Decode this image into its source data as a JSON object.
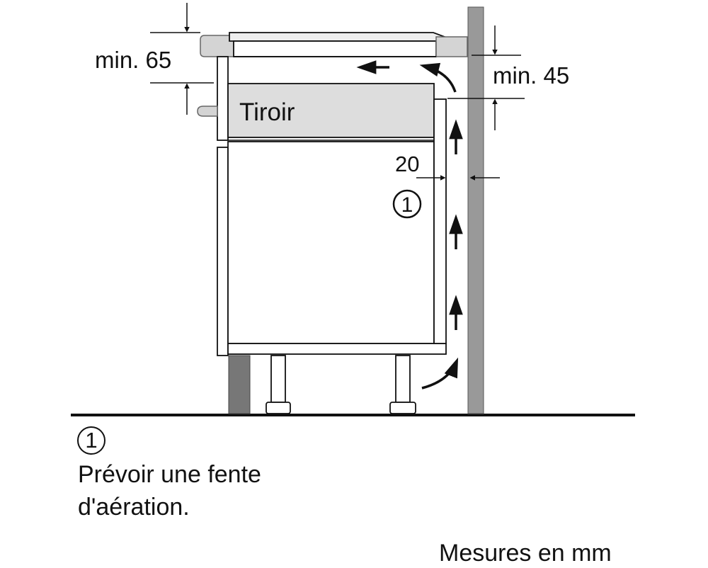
{
  "labels": {
    "drawer": "Tiroir",
    "min_top": "min. 65",
    "min_right": "min. 45",
    "gap_20": "20",
    "callout_number": "1"
  },
  "legend": {
    "number": "1",
    "line1": "Prévoir une fente",
    "line2": "d'aération."
  },
  "units_note": "Mesures en mm",
  "colors": {
    "line": "#111111",
    "wall": "#999999",
    "plinth": "#777777",
    "cooktop": "#d4d4d4",
    "drawer_fill": "#dddddd"
  }
}
